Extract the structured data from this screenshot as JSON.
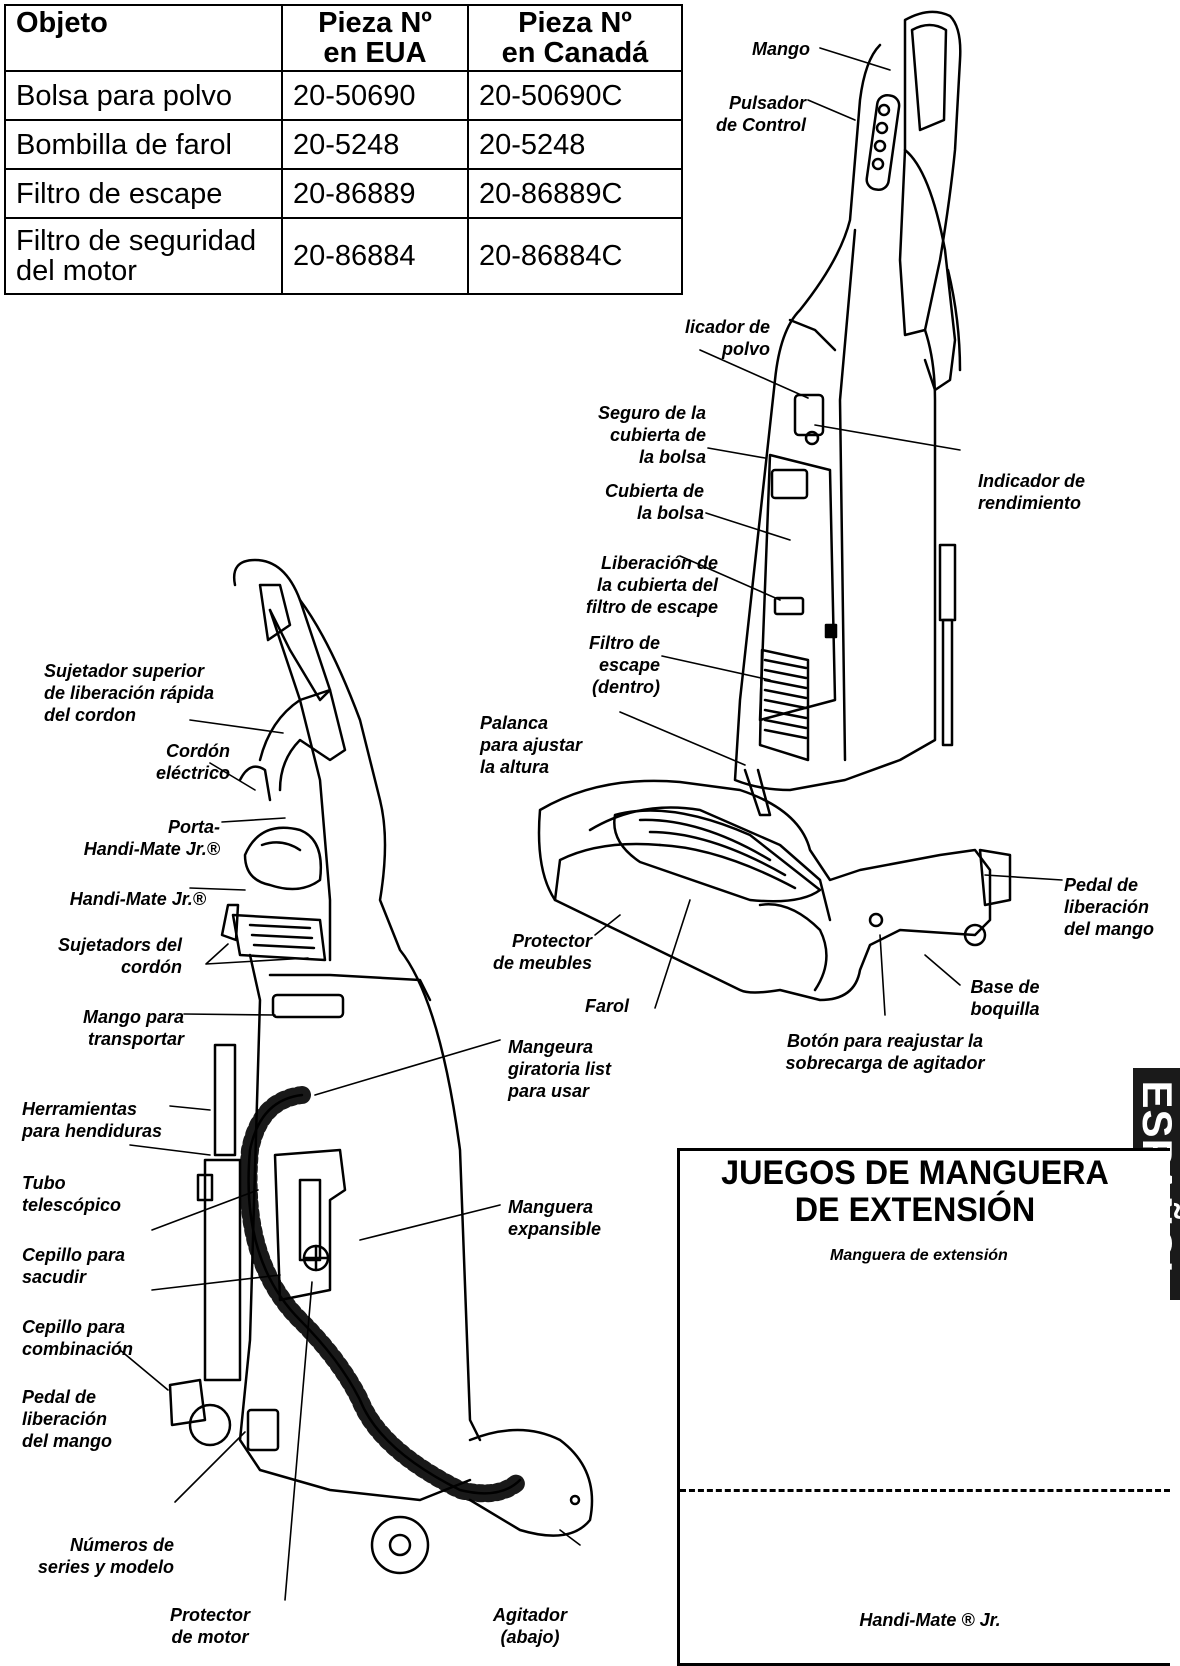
{
  "parts_table": {
    "headers": [
      "Objeto",
      "Pieza Nº en EUA",
      "Pieza Nº en Canadá"
    ],
    "rows": [
      {
        "item": "Bolsa para polvo",
        "us": "20-50690",
        "ca": "20-50690C"
      },
      {
        "item": "Bombilla de farol",
        "us": "20-5248",
        "ca": "20-5248"
      },
      {
        "item": "Filtro de escape",
        "us": "20-86889",
        "ca": "20-86889C"
      },
      {
        "item": "Filtro de seguridad del motor",
        "us": "20-86884",
        "ca": "20-86884C"
      }
    ]
  },
  "right_labels": {
    "mango": "Mango",
    "pulsador": "Pulsador\nde Control",
    "indicador_polvo": "licador de\npolvo",
    "seguro_cubierta": "Seguro de la\ncubierta de\nla bolsa",
    "indicador_rendimiento": "Indicador de\nrendimiento",
    "cubierta_bolsa": "Cubierta de\nla bolsa",
    "liberacion_cubierta": "Liberación de\nla cubierta del\nfiltro de escape",
    "filtro_escape": "Filtro de\nescape\n(dentro)",
    "palanca": "Palanca\npara ajustar\nla altura",
    "pedal_mango_right": "Pedal de\nliberación\ndel mango",
    "protector_muebles": "Protector\nde meubles",
    "farol": "Farol",
    "base_boquilla": "Base de\nboquilla",
    "boton_reajustar": "Botón para reajustar la\nsobrecarga de agitador"
  },
  "left_labels": {
    "sujetador_superior": "Sujetador superior\nde liberación rápida\ndel cordon",
    "cordon": "Cordón\neléctrico",
    "porta_handi": "Porta-\nHandi-Mate Jr.®",
    "handi_mate": "Handi-Mate Jr.®",
    "sujetadors_cordon": "Sujetadors del\ncordón",
    "mango_transportar": "Mango para\ntransportar",
    "mangeura_giratoria": "Mangeura\ngiratoria list\npara usar",
    "herramientas": "Herramientas\npara hendiduras",
    "tubo": "Tubo\ntelescópico",
    "manguera_expansible": "Manguera\nexpansible",
    "cepillo_sacudir": "Cepillo para\nsacudir",
    "cepillo_combinacion": "Cepillo para\ncombinación",
    "pedal_mango_left": "Pedal de\nliberación\ndel mango",
    "numeros_series": "Números de\nseries y modelo",
    "protector_motor": "Protector\nde motor",
    "agitador": "Agitador\n(abajo)"
  },
  "side_tab": {
    "text": "ESPAÑOL"
  },
  "extension_box": {
    "title": "JUEGOS DE MANGUERA\nDE EXTENSIÓN",
    "hose_label": "Manguera de extensión",
    "tool_label": "Handi-Mate ® Jr."
  }
}
